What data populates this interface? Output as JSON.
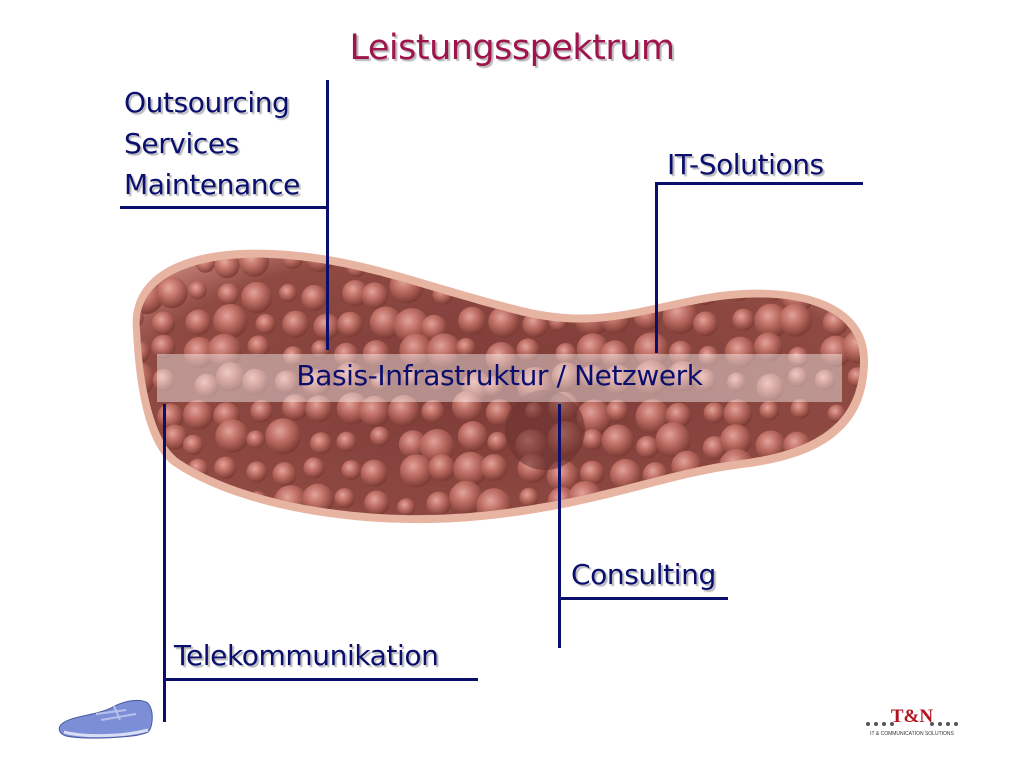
{
  "slide": {
    "title": "Leistungsspektrum",
    "center_label": "Basis-Infrastruktur / Netzwerk",
    "labels": {
      "outsourcing": [
        "Outsourcing",
        "Services",
        "Maintenance"
      ],
      "it_solutions": "IT-Solutions",
      "consulting": "Consulting",
      "telekommunikation": "Telekommunikation"
    },
    "logo": {
      "mark": "T&N",
      "tagline": "IT & COMMUNICATION SOLUTIONS"
    }
  },
  "colors": {
    "title": "#a0144e",
    "label": "#0a0f6e",
    "lines": "#0a0f6e",
    "sole": "#8f4a42"
  },
  "icons": [
    "shoe-sole-image",
    "sneaker-icon",
    "company-logo"
  ]
}
